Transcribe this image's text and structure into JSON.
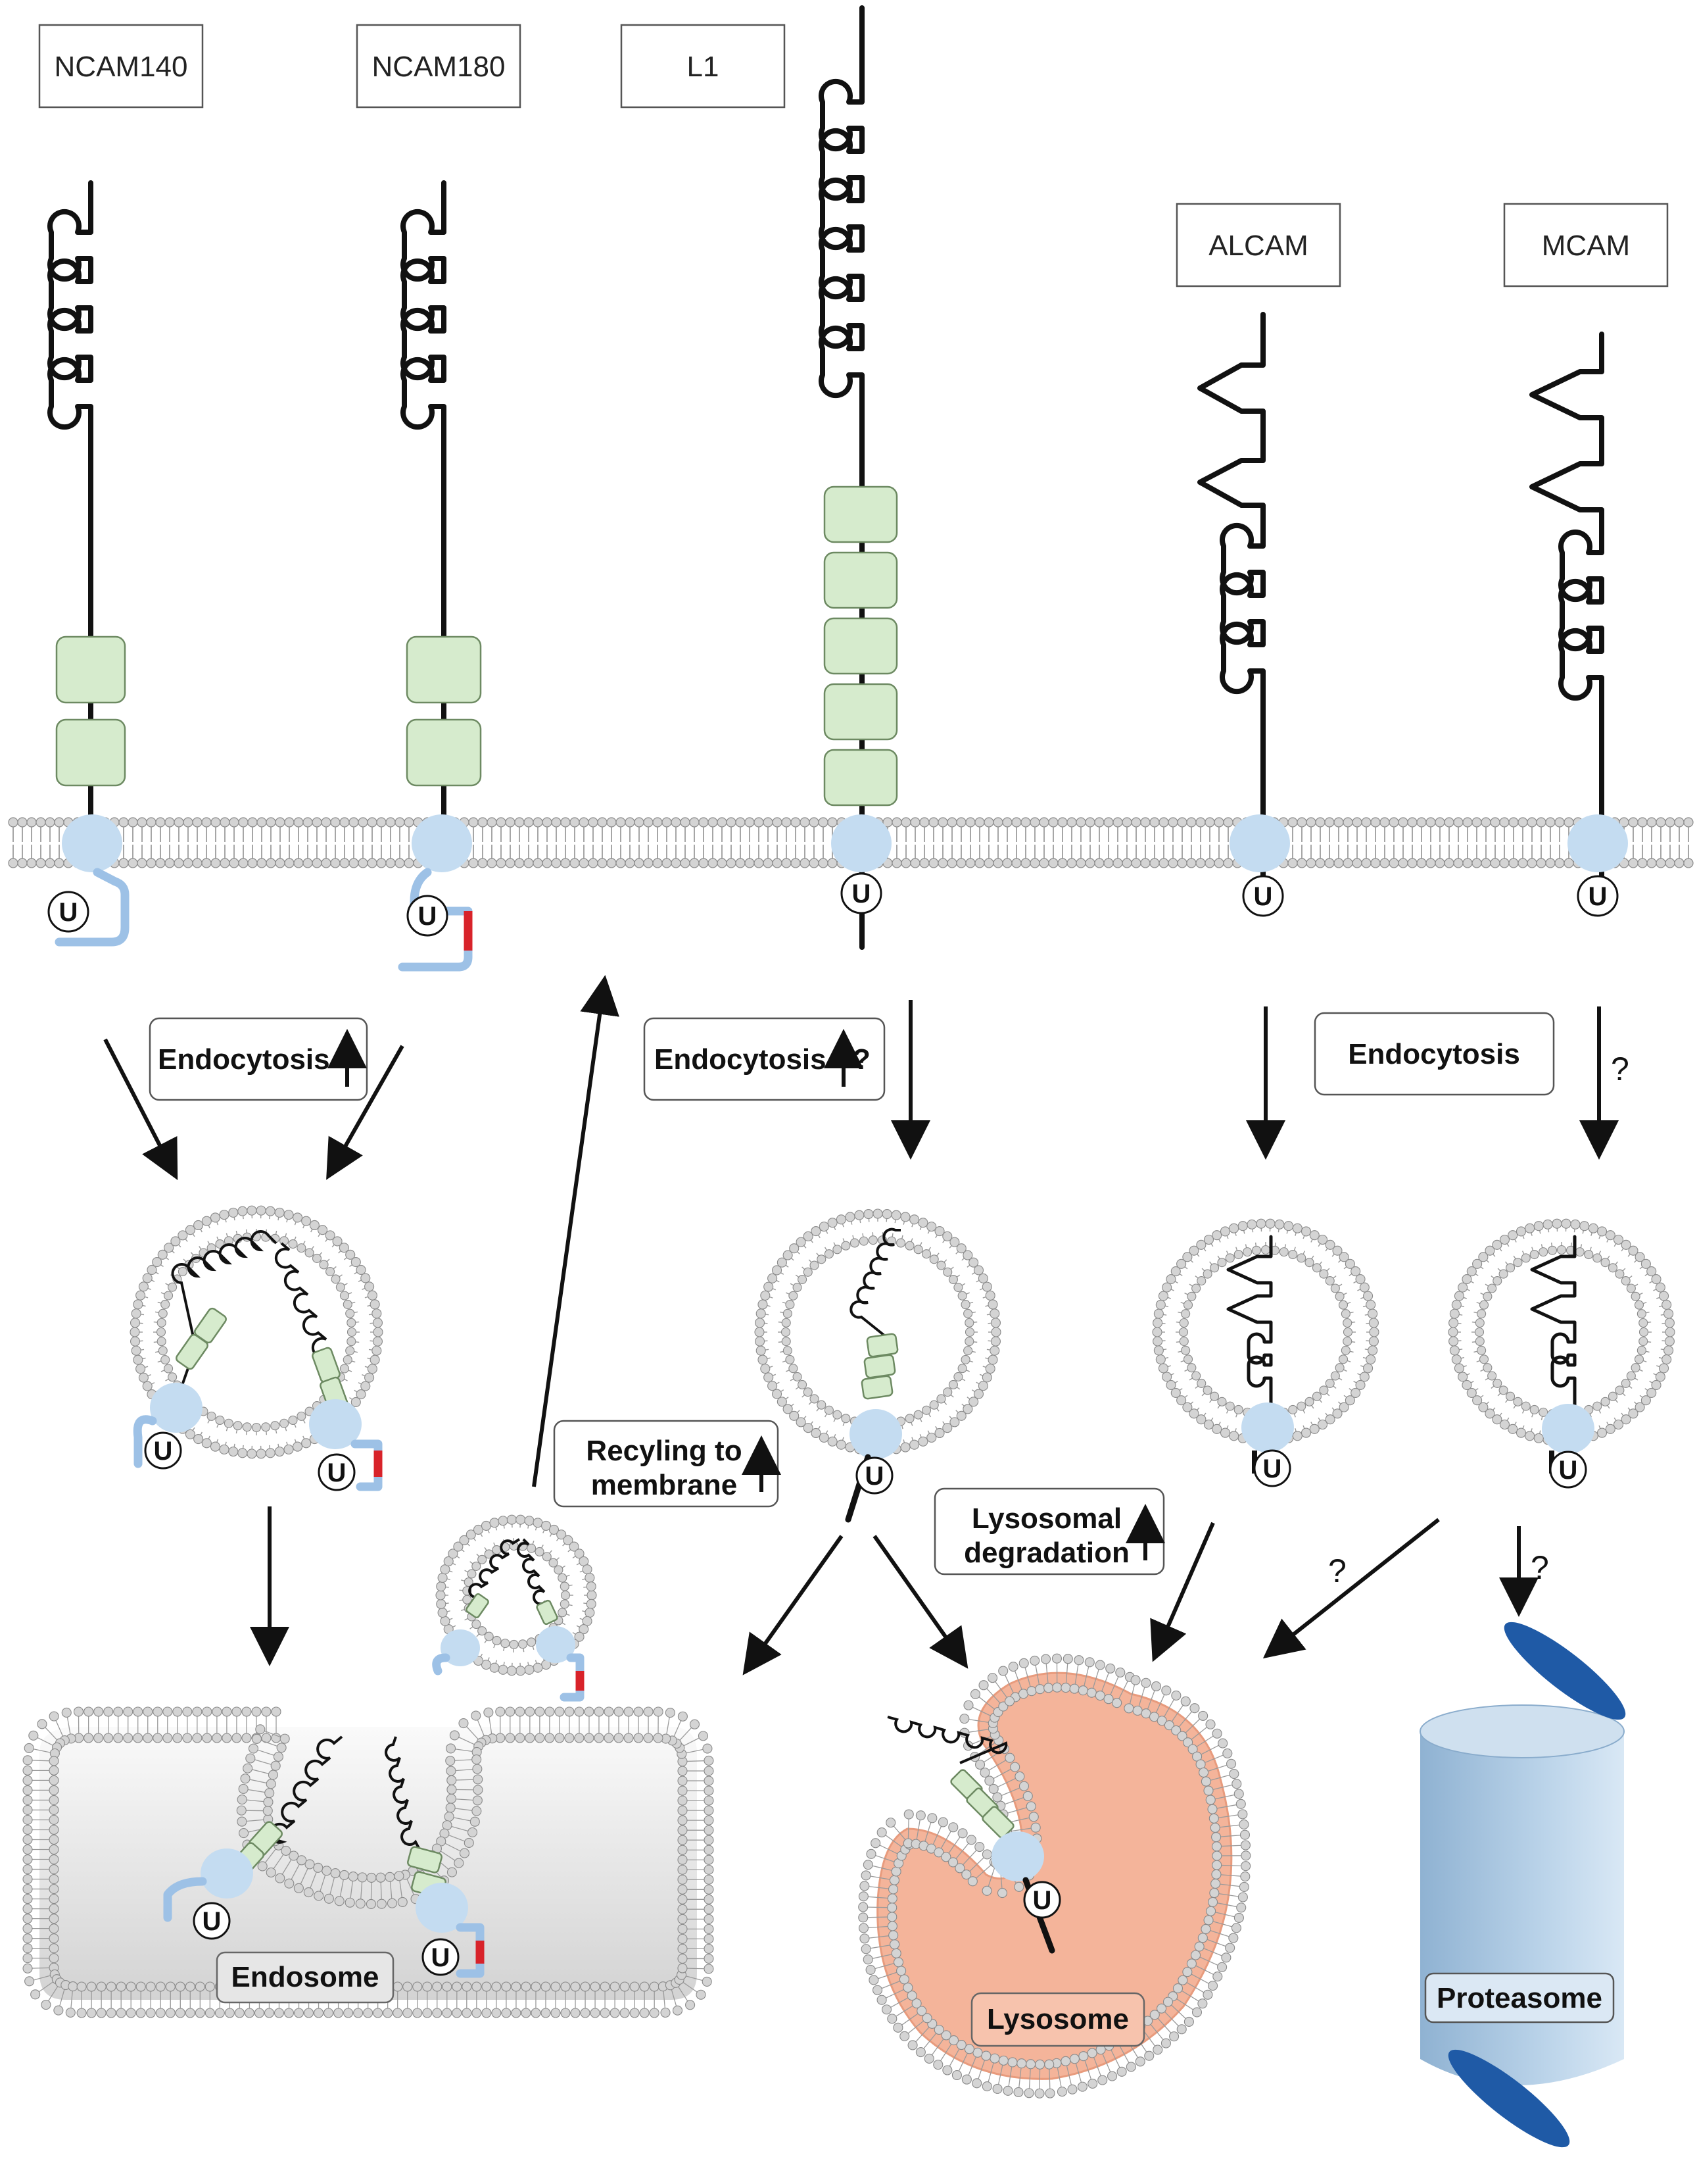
{
  "proteins": {
    "ncam140": "NCAM140",
    "ncam180": "NCAM180",
    "l1": "L1",
    "alcam": "ALCAM",
    "mcam": "MCAM"
  },
  "ubiquitin_symbol": "U",
  "processes": {
    "endocytosis_up": "Endocytosis",
    "endocytosis_up_q": "Endocytosis",
    "endocytosis": "Endocytosis",
    "recycling_line1": "Recyling to",
    "recycling_line2": "membrane",
    "lysosomal_line1": "Lysosomal",
    "lysosomal_line2": "degradation"
  },
  "unknown_marks": {
    "after_l1_endocytosis": "?",
    "mcam_endocytosis": "?",
    "to_lysosome": "?",
    "to_proteasome": "?"
  },
  "compartments": {
    "endosome": "Endosome",
    "lysosome": "Lysosome",
    "proteasome": "Proteasome"
  },
  "colors": {
    "fn3_domain": "#d6ebcd",
    "transmembrane": "#c4dcf1",
    "cytoplasmic_tail": "#9dc1e6",
    "ncam180_insert": "#d8232a",
    "lysosome_lumen": "#f4b49a",
    "proteasome_body": "#a9c6df",
    "proteasome_cap": "#1f5aa6",
    "membrane_head": "#d4d4d4"
  }
}
